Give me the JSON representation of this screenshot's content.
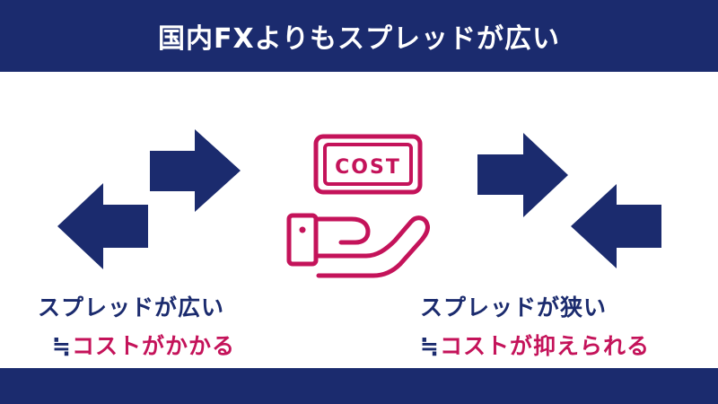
{
  "header": {
    "title": "国内FXよりもスプレッドが広い"
  },
  "cost_icon": {
    "label": "COST"
  },
  "left_caption": {
    "main": "スプレッドが広い",
    "approx_symbol": "≒",
    "sub": "コストがかかる"
  },
  "right_caption": {
    "main": "スプレッドが狭い",
    "approx_symbol": "≒",
    "sub": "コストが抑えられる"
  },
  "colors": {
    "navy": "#1b2b6e",
    "accent": "#c4135a",
    "background": "#ffffff"
  }
}
